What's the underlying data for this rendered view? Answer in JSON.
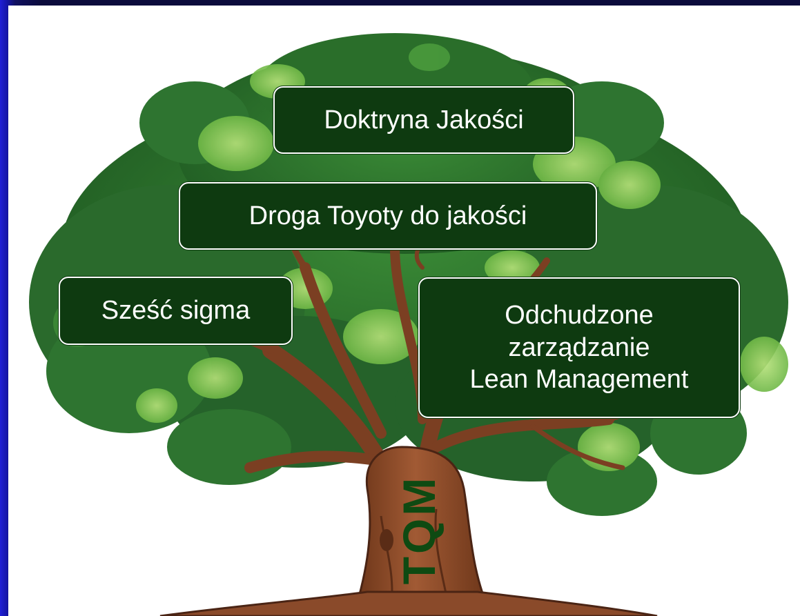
{
  "diagram": {
    "trunk_label": "TQM",
    "branches": [
      {
        "id": "doktryna",
        "label": "Doktryna Jakości"
      },
      {
        "id": "toyota",
        "label": "Droga Toyoty do jakości"
      },
      {
        "id": "sigma",
        "label": "Sześć sigma"
      },
      {
        "id": "lean",
        "lines": [
          "Odchudzone",
          "zarządzanie",
          "Lean Management"
        ]
      }
    ]
  },
  "colors": {
    "frame": "#1a1ab0",
    "box_fill": "#0e3a10",
    "box_border": "#ffffff",
    "box_text": "#ffffff",
    "trunk_text": "#0e4a12",
    "foliage_dark": "#1f5a22",
    "foliage_mid": "#3a8a36",
    "foliage_light": "#8fcf5a",
    "bark": "#8a4a2a",
    "bark_dark": "#4a2414"
  }
}
